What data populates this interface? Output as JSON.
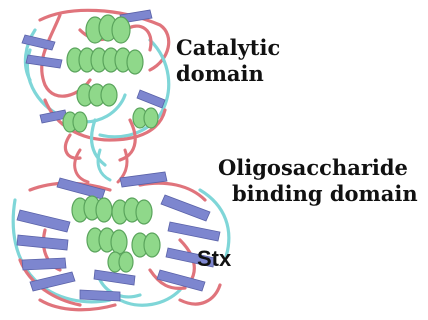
{
  "labels": {
    "catalytic_line1": "Catalytic",
    "catalytic_line2": "domain",
    "oligo_line1": "Oligosaccharide",
    "oligo_line2": "binding domain",
    "stx": "Stx"
  },
  "colors": {
    "helix": "#8fd88a",
    "helix_edge": "#5aa45c",
    "strand": "#7d86cf",
    "strand_edge": "#5a62a8",
    "coil_pink": "#e0747c",
    "coil_cyan": "#7fd6d8",
    "background": "#ffffff",
    "text": "#111111"
  },
  "icons": {
    "structure": "protein-ribbon-illustration"
  }
}
